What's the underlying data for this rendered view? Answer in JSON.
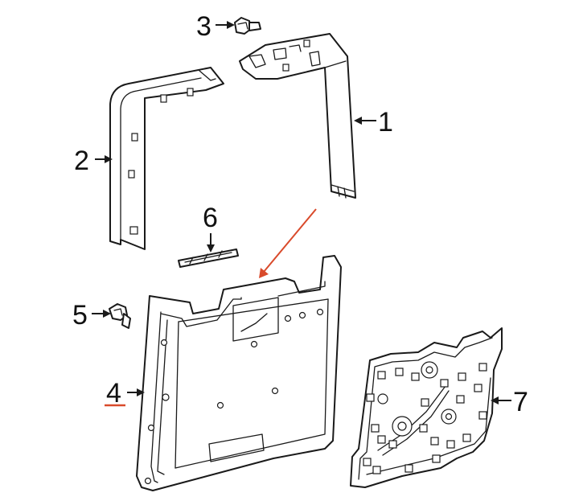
{
  "callouts": [
    {
      "id": "1",
      "label": "1"
    },
    {
      "id": "2",
      "label": "2"
    },
    {
      "id": "3",
      "label": "3"
    },
    {
      "id": "4",
      "label": "4"
    },
    {
      "id": "5",
      "label": "5"
    },
    {
      "id": "6",
      "label": "6"
    },
    {
      "id": "7",
      "label": "7"
    }
  ],
  "colors": {
    "line": "#1a1a1a",
    "highlight_arrow": "#d94a2b",
    "highlight_underline": "#d94a2b",
    "background": "#ffffff"
  },
  "highlighted_part": "4"
}
